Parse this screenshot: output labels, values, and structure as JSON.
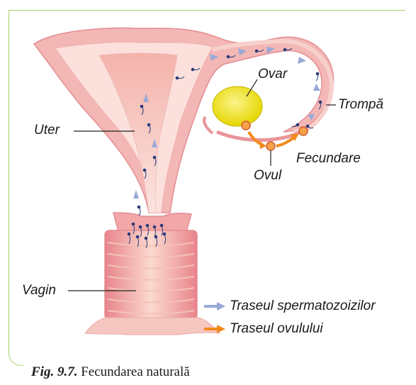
{
  "labels": {
    "uter": "Uter",
    "ovar": "Ovar",
    "trompa": "Trompă",
    "fecundare": "Fecundare",
    "ovul": "Ovul",
    "vagin": "Vagin"
  },
  "legend": {
    "sperm_path": "Traseul spermatozoizilor",
    "ovum_path": "Traseul ovulului"
  },
  "caption": {
    "fig_number": "Fig. 9.7.",
    "text": "Fecundarea naturală"
  },
  "colors": {
    "frame": "#a7cf6f",
    "tissue": "#f2b3b3",
    "tissue_dark": "#e7848c",
    "cavity": "#f7c3bd",
    "ovary": "#f3e600",
    "sperm_arrow": "#9aa8d8",
    "ovum_arrow": "#f28a1e"
  }
}
